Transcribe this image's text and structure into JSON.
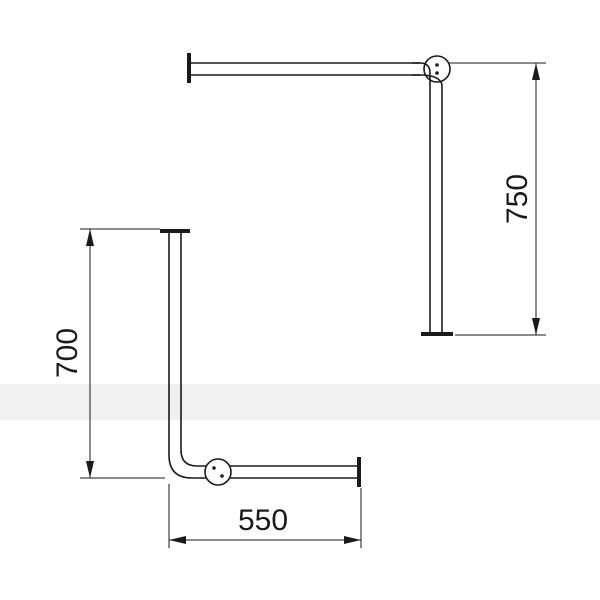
{
  "dimensions": {
    "upper_height": "750",
    "lower_height": "700",
    "lower_width": "550"
  },
  "colors": {
    "line": "#1a1a1a",
    "background": "#ffffff",
    "band": "#f0f0f0"
  }
}
